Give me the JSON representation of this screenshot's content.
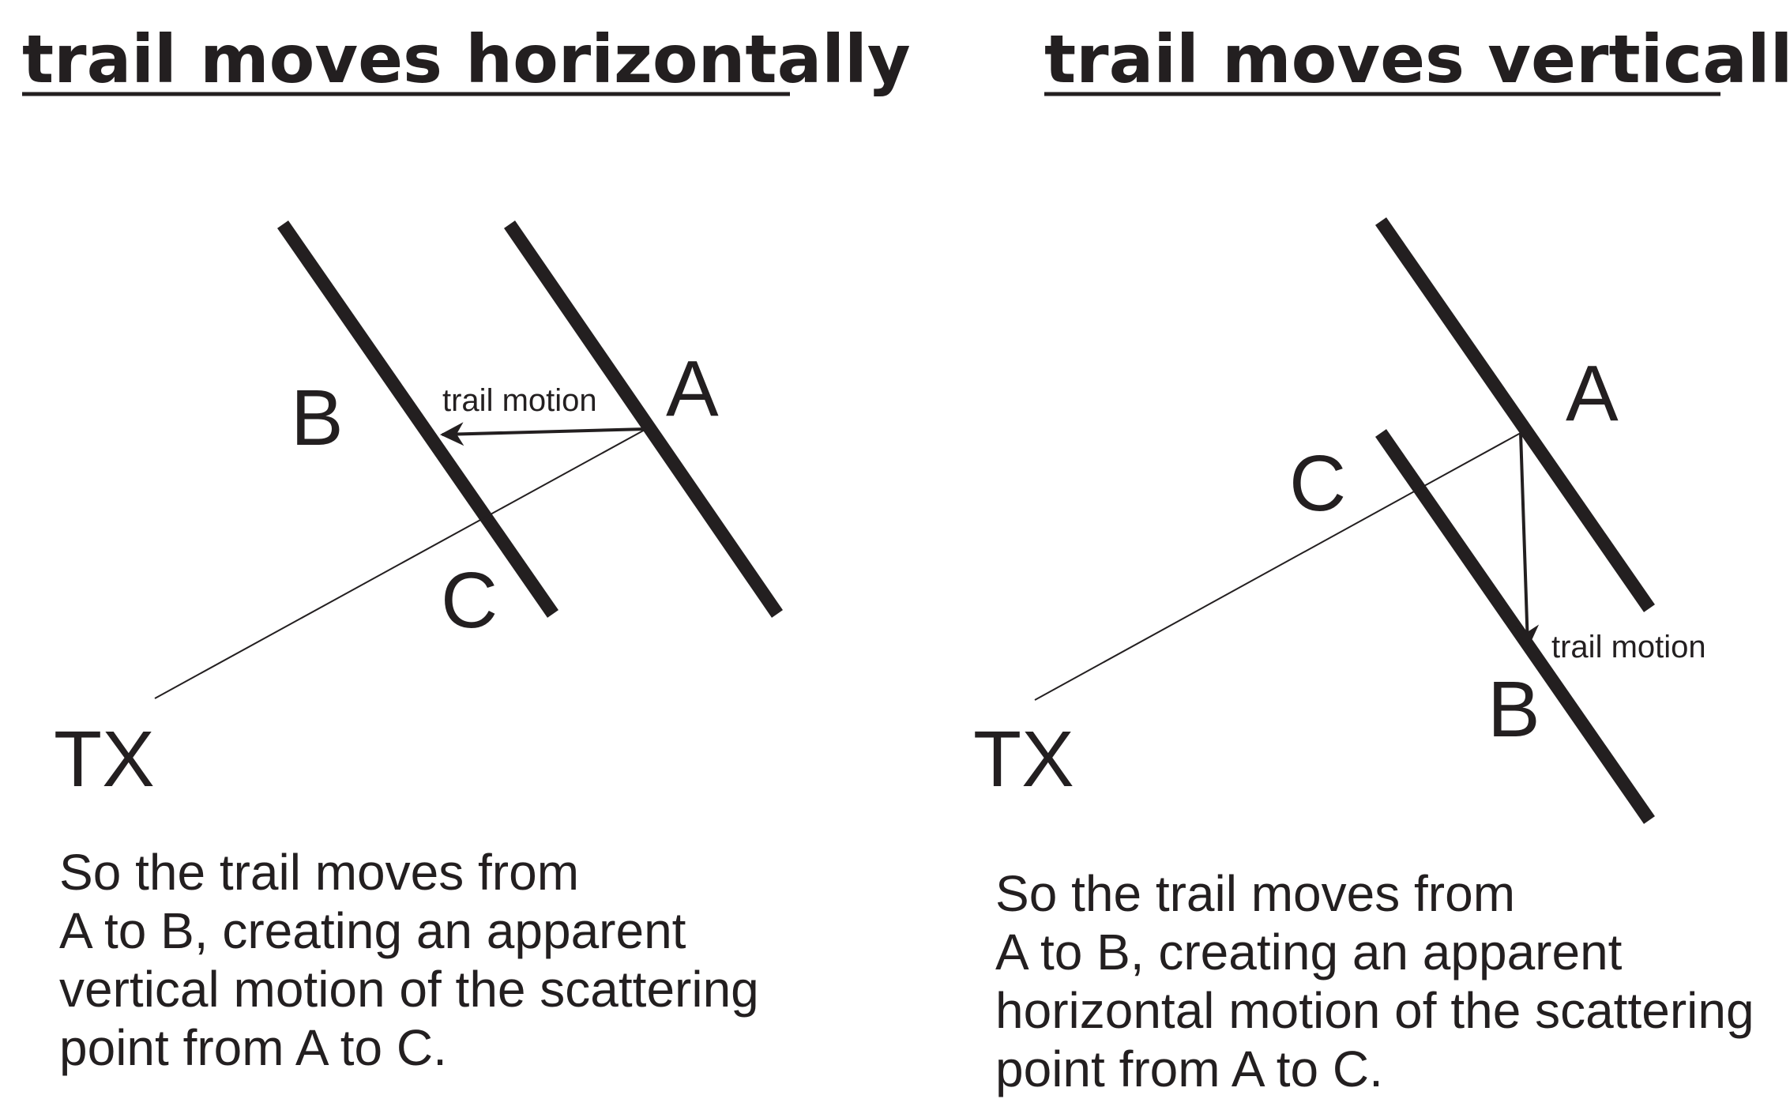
{
  "panels": [
    {
      "id": "horizontal",
      "title": "trail moves horizontally",
      "labels": {
        "a": "A",
        "b": "B",
        "c": "C",
        "tx": "TX",
        "motion": "trail motion"
      },
      "caption": [
        "So the trail moves from",
        "A to B, creating an apparent",
        "vertical motion of the scattering",
        "point from A to C."
      ]
    },
    {
      "id": "vertical",
      "title": "trail moves vertically",
      "labels": {
        "a": "A",
        "b": "B",
        "c": "C",
        "tx": "TX",
        "motion": "trail motion"
      },
      "caption": [
        "So the trail moves from",
        "A to B, creating an apparent",
        "horizontal motion of the scattering",
        "point from A to C."
      ]
    }
  ],
  "colors": {
    "ink": "#231f20",
    "background": "#ffffff"
  }
}
